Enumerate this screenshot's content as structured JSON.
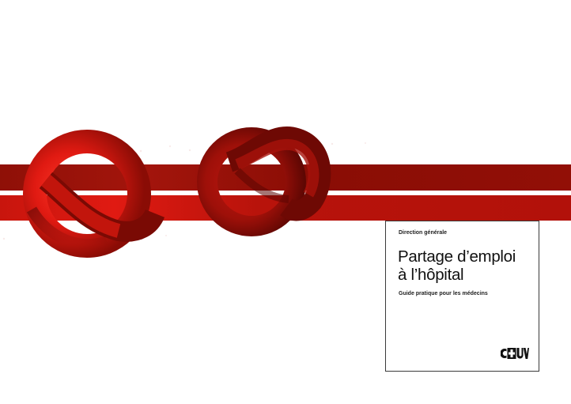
{
  "cover": {
    "department": "Direction générale",
    "title_line_1": "Partage d’emploi",
    "title_line_2": "à l’hôpital",
    "subtitle": "Guide pratique pour les médecins",
    "logo_text": "CHUV"
  },
  "colors": {
    "ribbon_dark": "#8c0d06",
    "ribbon_mid": "#b5120b",
    "ribbon_bright": "#e31b14",
    "text": "#111111",
    "card_border": "#3a3a3a"
  },
  "icons": {
    "artwork": "red-ribbon-double-knot",
    "logo": "chuv-logo"
  }
}
